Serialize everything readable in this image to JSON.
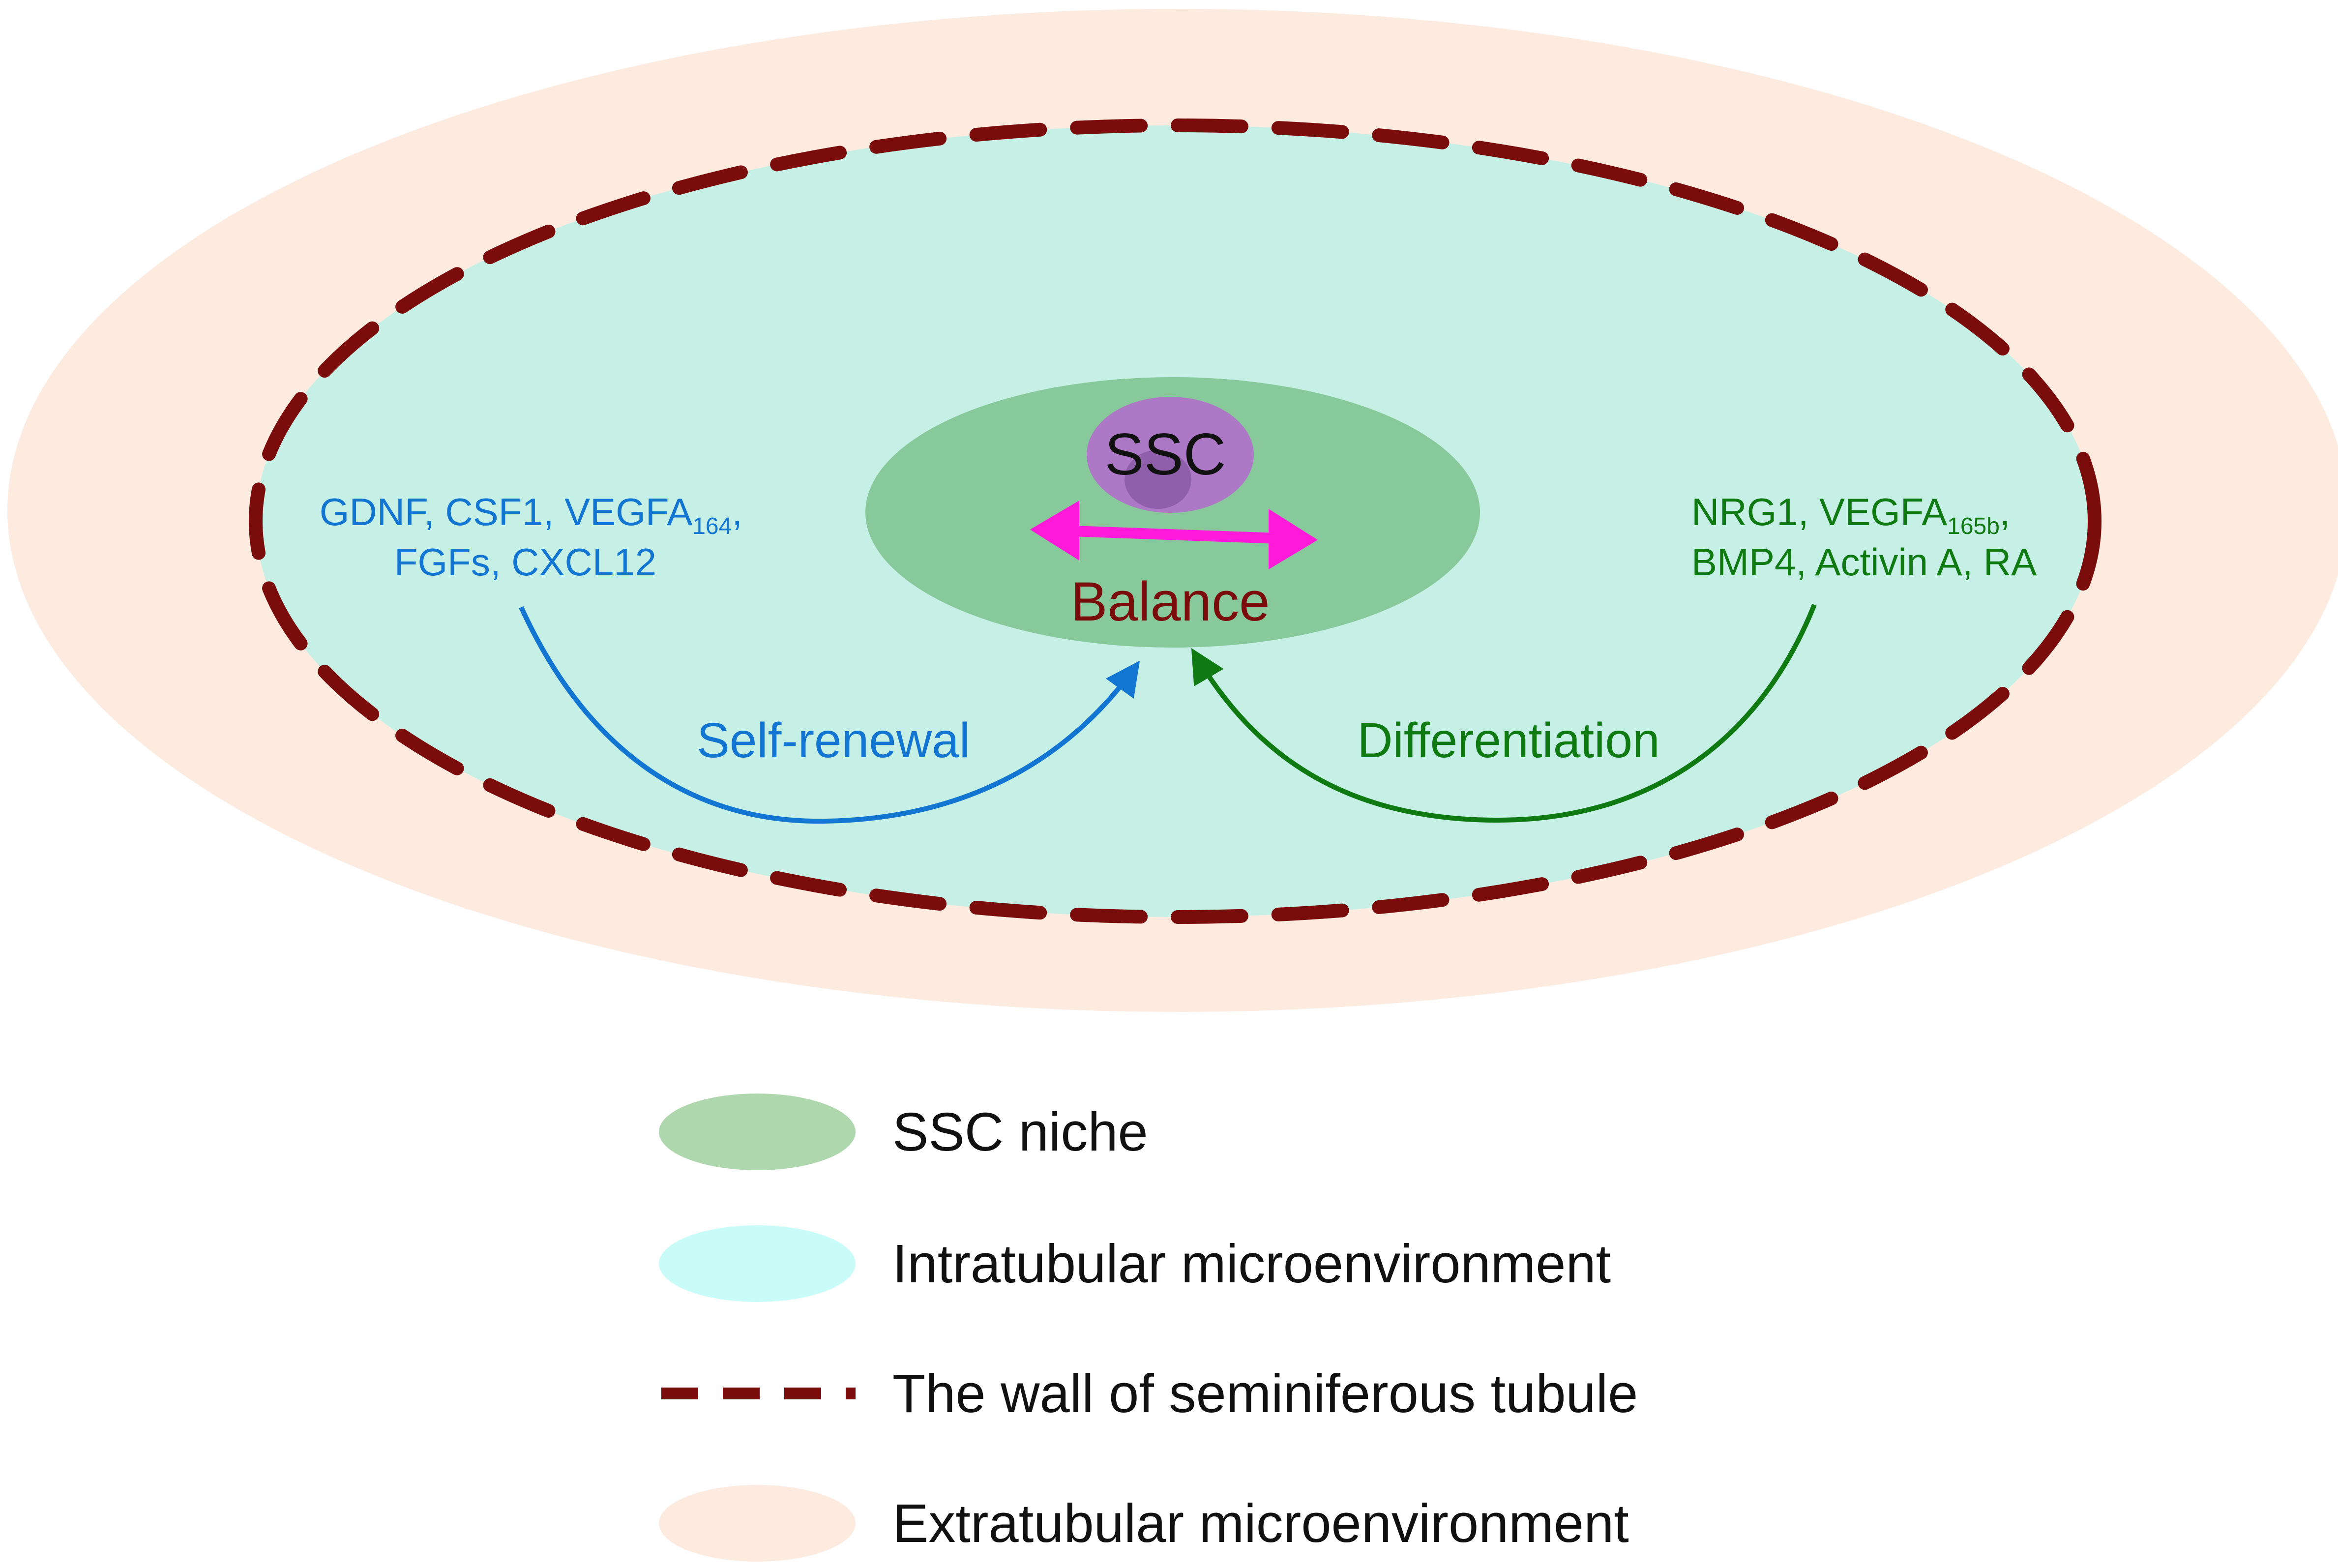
{
  "colors": {
    "extratubular": "#fdebe0",
    "intratubular": "#c6f0e6",
    "niche": "#87c99a",
    "wall": "#7a0c0c",
    "ssc_cell": "#b071c9",
    "ssc_nucleus": "#8a5aa6",
    "balance_arrow": "#ff19d8",
    "self_renewal": "#1275d2",
    "differentiation": "#0f7a12",
    "legend_niche": "#aed7ae",
    "legend_intra": "#c9fcf8",
    "legend_extra": "#fdebe0"
  },
  "diagram": {
    "ssc_label": "SSC",
    "balance_label": "Balance",
    "self_renewal_label": "Self-renewal",
    "differentiation_label": "Differentiation",
    "left_factors": {
      "line1_a": "GDNF, CSF1, VEGFA",
      "line1_sub": "164",
      "line1_b": ",",
      "line2": "FGFs, CXCL12"
    },
    "right_factors": {
      "line1_a": "NRG1, VEGFA",
      "line1_sub": "165b",
      "line1_b": ",",
      "line2": "BMP4, Activin A, RA"
    }
  },
  "legend": {
    "items": [
      {
        "label": "SSC niche"
      },
      {
        "label": "Intratubular microenvironment"
      },
      {
        "label": "The wall of seminiferous tubule"
      },
      {
        "label": "Extratubular microenvironment"
      }
    ]
  }
}
